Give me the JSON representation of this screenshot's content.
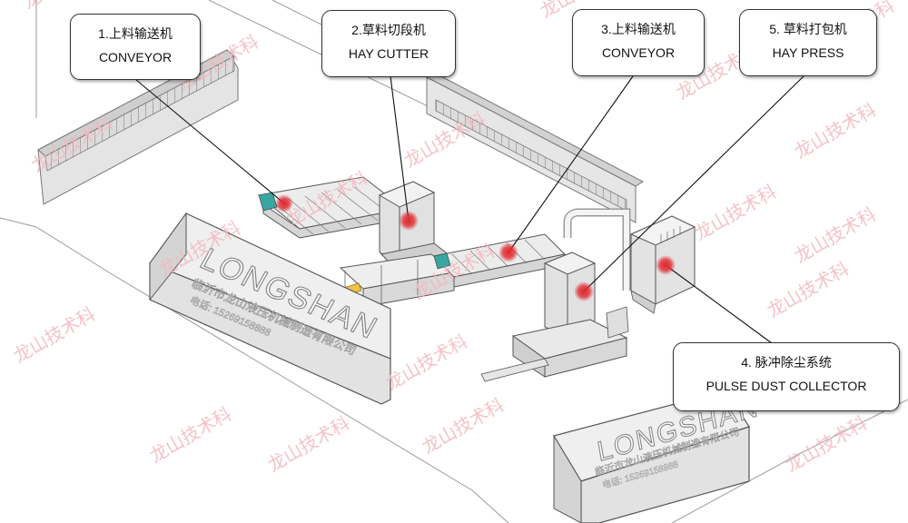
{
  "callouts": [
    {
      "id": "1",
      "cn": "1.上料输送机",
      "en": "CONVEYOR"
    },
    {
      "id": "2",
      "cn": "2.草料切段机",
      "en": "HAY CUTTER"
    },
    {
      "id": "3",
      "cn": "3.上料输送机",
      "en": "CONVEYOR"
    },
    {
      "id": "5",
      "cn": "5. 草料打包机",
      "en": "HAY PRESS"
    },
    {
      "id": "4",
      "cn": "4. 脉冲除尘系统",
      "en": "PULSE DUST COLLECTOR"
    }
  ],
  "signs": [
    {
      "brand": "LONGSHAN",
      "company": "临沂市龙山液压机械制造有限公司",
      "phone": "电话: 15269158888"
    },
    {
      "brand": "LONGSHAN",
      "company": "临沂市龙山液压机械制造有限公司",
      "phone": "电话: 15269158888"
    }
  ],
  "watermark": "龙山技术科",
  "colors": {
    "marker": "#e0282e",
    "outline": "#555555",
    "watermark": "#f2b8bd"
  }
}
